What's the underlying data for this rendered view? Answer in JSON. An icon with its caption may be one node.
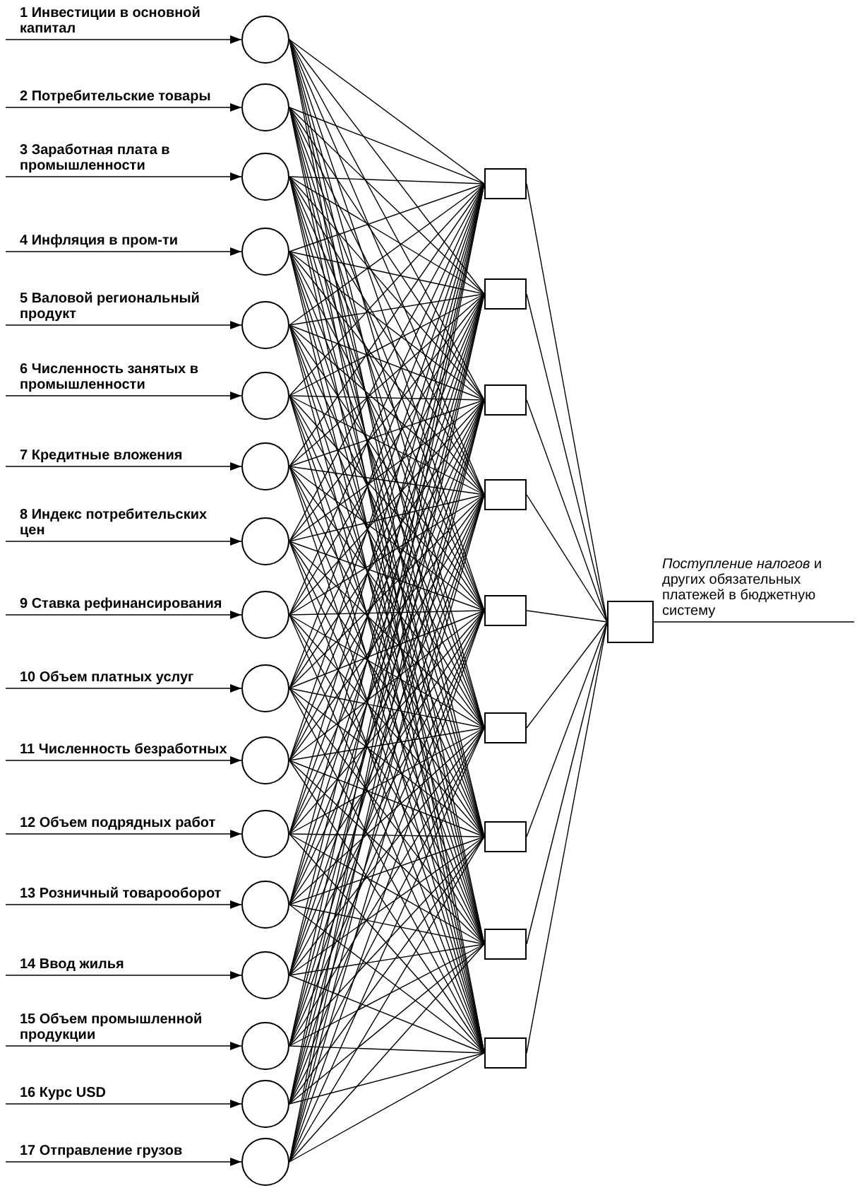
{
  "diagram": {
    "nodes": [
      {
        "text": [],
        "shape": "circle"
      },
      {
        "text": [],
        "shape": "circle"
      },
      {
        "text": [],
        "shape": "circle"
      },
      {
        "text": [],
        "shape": "circle"
      },
      {
        "text": [],
        "shape": "circle"
      },
      {
        "text": [],
        "shape": "circle"
      },
      {
        "text": [],
        "shape": "circle"
      },
      {
        "text": [],
        "shape": "circle"
      },
      {
        "text": [],
        "shape": "circle"
      },
      {
        "text": [],
        "shape": "circle"
      },
      {
        "text": [],
        "shape": "circle"
      },
      {
        "text": [],
        "shape": "circle"
      },
      {
        "text": [],
        "shape": "circle"
      },
      {
        "text": [],
        "shape": "circle"
      },
      {
        "text": [],
        "shape": "circle"
      },
      {
        "text": [],
        "shape": "circle"
      },
      {
        "text": [],
        "shape": "circle"
      },
      {
        "text": [],
        "shape": "box"
      },
      {
        "text": [],
        "shape": "box"
      },
      {
        "text": [],
        "shape": "box"
      },
      {
        "text": [],
        "shape": "box"
      },
      {
        "text": [],
        "shape": "box"
      },
      {
        "text": [],
        "shape": "box"
      },
      {
        "text": [],
        "shape": "box"
      },
      {
        "text": [],
        "shape": "box"
      },
      {
        "text": [],
        "shape": "box"
      },
      {
        "text": [],
        "shape": "box",
        "beside": [
          "*Поступление налогов* и других обязательных платежей в бюджетную систему"
        ]
      }
    ],
    "edges": [
      {
        "from": null,
        "to": 0,
        "arrow": "to"
      },
      {
        "from": null,
        "to": 1,
        "arrow": "to"
      },
      {
        "from": null,
        "to": 2,
        "arrow": "to"
      },
      {
        "from": null,
        "to": 3,
        "arrow": "to"
      },
      {
        "from": null,
        "to": 4,
        "arrow": "to"
      },
      {
        "from": null,
        "to": 5,
        "arrow": "to"
      },
      {
        "from": null,
        "to": 6,
        "arrow": "to"
      },
      {
        "from": null,
        "to": 7,
        "arrow": "to"
      },
      {
        "from": null,
        "to": 8,
        "arrow": "to"
      },
      {
        "from": null,
        "to": 9,
        "arrow": "to"
      },
      {
        "from": null,
        "to": 10,
        "arrow": "to"
      },
      {
        "from": null,
        "to": 11,
        "arrow": "to"
      },
      {
        "from": null,
        "to": 12,
        "arrow": "to"
      },
      {
        "from": null,
        "to": 13,
        "arrow": "to"
      },
      {
        "from": null,
        "to": 14,
        "arrow": "to"
      },
      {
        "from": null,
        "to": 15,
        "arrow": "to"
      },
      {
        "from": null,
        "to": 16,
        "arrow": "to"
      },
      {
        "from": 0,
        "to": 17,
        "arrow": "none"
      },
      {
        "from": 0,
        "to": 18,
        "arrow": "none"
      },
      {
        "from": 0,
        "to": 19,
        "arrow": "none"
      },
      {
        "from": 0,
        "to": 20,
        "arrow": "none"
      },
      {
        "from": 0,
        "to": 21,
        "arrow": "none"
      },
      {
        "from": 0,
        "to": 22,
        "arrow": "none"
      },
      {
        "from": 0,
        "to": 23,
        "arrow": "none"
      },
      {
        "from": 0,
        "to": 24,
        "arrow": "none"
      },
      {
        "from": 0,
        "to": 25,
        "arrow": "none"
      },
      {
        "from": 1,
        "to": 17,
        "arrow": "none"
      },
      {
        "from": 1,
        "to": 18,
        "arrow": "none"
      },
      {
        "from": 1,
        "to": 19,
        "arrow": "none"
      },
      {
        "from": 1,
        "to": 20,
        "arrow": "none"
      },
      {
        "from": 1,
        "to": 21,
        "arrow": "none"
      },
      {
        "from": 1,
        "to": 22,
        "arrow": "none"
      },
      {
        "from": 1,
        "to": 23,
        "arrow": "none"
      },
      {
        "from": 1,
        "to": 24,
        "arrow": "none"
      },
      {
        "from": 1,
        "to": 25,
        "arrow": "none"
      },
      {
        "from": 2,
        "to": 17,
        "arrow": "none"
      },
      {
        "from": 2,
        "to": 18,
        "arrow": "none"
      },
      {
        "from": 2,
        "to": 19,
        "arrow": "none"
      },
      {
        "from": 2,
        "to": 20,
        "arrow": "none"
      },
      {
        "from": 2,
        "to": 21,
        "arrow": "none"
      },
      {
        "from": 2,
        "to": 22,
        "arrow": "none"
      },
      {
        "from": 2,
        "to": 23,
        "arrow": "none"
      },
      {
        "from": 2,
        "to": 24,
        "arrow": "none"
      },
      {
        "from": 2,
        "to": 25,
        "arrow": "none"
      },
      {
        "from": 3,
        "to": 17,
        "arrow": "none"
      },
      {
        "from": 3,
        "to": 18,
        "arrow": "none"
      },
      {
        "from": 3,
        "to": 19,
        "arrow": "none"
      },
      {
        "from": 3,
        "to": 20,
        "arrow": "none"
      },
      {
        "from": 3,
        "to": 21,
        "arrow": "none"
      },
      {
        "from": 3,
        "to": 22,
        "arrow": "none"
      },
      {
        "from": 3,
        "to": 23,
        "arrow": "none"
      },
      {
        "from": 3,
        "to": 24,
        "arrow": "none"
      },
      {
        "from": 3,
        "to": 25,
        "arrow": "none"
      },
      {
        "from": 4,
        "to": 17,
        "arrow": "none"
      },
      {
        "from": 4,
        "to": 18,
        "arrow": "none"
      },
      {
        "from": 4,
        "to": 19,
        "arrow": "none"
      },
      {
        "from": 4,
        "to": 20,
        "arrow": "none"
      },
      {
        "from": 4,
        "to": 21,
        "arrow": "none"
      },
      {
        "from": 4,
        "to": 22,
        "arrow": "none"
      },
      {
        "from": 4,
        "to": 23,
        "arrow": "none"
      },
      {
        "from": 4,
        "to": 24,
        "arrow": "none"
      },
      {
        "from": 4,
        "to": 25,
        "arrow": "none"
      },
      {
        "from": 5,
        "to": 17,
        "arrow": "none"
      },
      {
        "from": 5,
        "to": 18,
        "arrow": "none"
      },
      {
        "from": 5,
        "to": 19,
        "arrow": "none"
      },
      {
        "from": 5,
        "to": 20,
        "arrow": "none"
      },
      {
        "from": 5,
        "to": 21,
        "arrow": "none"
      },
      {
        "from": 5,
        "to": 22,
        "arrow": "none"
      },
      {
        "from": 5,
        "to": 23,
        "arrow": "none"
      },
      {
        "from": 5,
        "to": 24,
        "arrow": "none"
      },
      {
        "from": 5,
        "to": 25,
        "arrow": "none"
      },
      {
        "from": 6,
        "to": 17,
        "arrow": "none"
      },
      {
        "from": 6,
        "to": 18,
        "arrow": "none"
      },
      {
        "from": 6,
        "to": 19,
        "arrow": "none"
      },
      {
        "from": 6,
        "to": 20,
        "arrow": "none"
      },
      {
        "from": 6,
        "to": 21,
        "arrow": "none"
      },
      {
        "from": 6,
        "to": 22,
        "arrow": "none"
      },
      {
        "from": 6,
        "to": 23,
        "arrow": "none"
      },
      {
        "from": 6,
        "to": 24,
        "arrow": "none"
      },
      {
        "from": 6,
        "to": 25,
        "arrow": "none"
      },
      {
        "from": 7,
        "to": 17,
        "arrow": "none"
      },
      {
        "from": 7,
        "to": 18,
        "arrow": "none"
      },
      {
        "from": 7,
        "to": 19,
        "arrow": "none"
      },
      {
        "from": 7,
        "to": 20,
        "arrow": "none"
      },
      {
        "from": 7,
        "to": 21,
        "arrow": "none"
      },
      {
        "from": 7,
        "to": 22,
        "arrow": "none"
      },
      {
        "from": 7,
        "to": 23,
        "arrow": "none"
      },
      {
        "from": 7,
        "to": 24,
        "arrow": "none"
      },
      {
        "from": 7,
        "to": 25,
        "arrow": "none"
      },
      {
        "from": 8,
        "to": 17,
        "arrow": "none"
      },
      {
        "from": 8,
        "to": 18,
        "arrow": "none"
      },
      {
        "from": 8,
        "to": 19,
        "arrow": "none"
      },
      {
        "from": 8,
        "to": 20,
        "arrow": "none"
      },
      {
        "from": 8,
        "to": 21,
        "arrow": "none"
      },
      {
        "from": 8,
        "to": 22,
        "arrow": "none"
      },
      {
        "from": 8,
        "to": 23,
        "arrow": "none"
      },
      {
        "from": 8,
        "to": 24,
        "arrow": "none"
      },
      {
        "from": 8,
        "to": 25,
        "arrow": "none"
      },
      {
        "from": 9,
        "to": 17,
        "arrow": "none"
      },
      {
        "from": 9,
        "to": 18,
        "arrow": "none"
      },
      {
        "from": 9,
        "to": 19,
        "arrow": "none"
      },
      {
        "from": 9,
        "to": 20,
        "arrow": "none"
      },
      {
        "from": 9,
        "to": 21,
        "arrow": "none"
      },
      {
        "from": 9,
        "to": 22,
        "arrow": "none"
      },
      {
        "from": 9,
        "to": 23,
        "arrow": "none"
      },
      {
        "from": 9,
        "to": 24,
        "arrow": "none"
      },
      {
        "from": 9,
        "to": 25,
        "arrow": "none"
      },
      {
        "from": 10,
        "to": 17,
        "arrow": "none"
      },
      {
        "from": 10,
        "to": 18,
        "arrow": "none"
      },
      {
        "from": 10,
        "to": 19,
        "arrow": "none"
      },
      {
        "from": 10,
        "to": 20,
        "arrow": "none"
      },
      {
        "from": 10,
        "to": 21,
        "arrow": "none"
      },
      {
        "from": 10,
        "to": 22,
        "arrow": "none"
      },
      {
        "from": 10,
        "to": 23,
        "arrow": "none"
      },
      {
        "from": 10,
        "to": 24,
        "arrow": "none"
      },
      {
        "from": 10,
        "to": 25,
        "arrow": "none"
      },
      {
        "from": 11,
        "to": 17,
        "arrow": "none"
      },
      {
        "from": 11,
        "to": 18,
        "arrow": "none"
      },
      {
        "from": 11,
        "to": 19,
        "arrow": "none"
      },
      {
        "from": 11,
        "to": 20,
        "arrow": "none"
      },
      {
        "from": 11,
        "to": 21,
        "arrow": "none"
      },
      {
        "from": 11,
        "to": 22,
        "arrow": "none"
      },
      {
        "from": 11,
        "to": 23,
        "arrow": "none"
      },
      {
        "from": 11,
        "to": 24,
        "arrow": "none"
      },
      {
        "from": 11,
        "to": 25,
        "arrow": "none"
      },
      {
        "from": 12,
        "to": 17,
        "arrow": "none"
      },
      {
        "from": 12,
        "to": 18,
        "arrow": "none"
      },
      {
        "from": 12,
        "to": 19,
        "arrow": "none"
      },
      {
        "from": 12,
        "to": 20,
        "arrow": "none"
      },
      {
        "from": 12,
        "to": 21,
        "arrow": "none"
      },
      {
        "from": 12,
        "to": 22,
        "arrow": "none"
      },
      {
        "from": 12,
        "to": 23,
        "arrow": "none"
      },
      {
        "from": 12,
        "to": 24,
        "arrow": "none"
      },
      {
        "from": 12,
        "to": 25,
        "arrow": "none"
      },
      {
        "from": 13,
        "to": 17,
        "arrow": "none"
      },
      {
        "from": 13,
        "to": 18,
        "arrow": "none"
      },
      {
        "from": 13,
        "to": 19,
        "arrow": "none"
      },
      {
        "from": 13,
        "to": 20,
        "arrow": "none"
      },
      {
        "from": 13,
        "to": 21,
        "arrow": "none"
      },
      {
        "from": 13,
        "to": 22,
        "arrow": "none"
      },
      {
        "from": 13,
        "to": 23,
        "arrow": "none"
      },
      {
        "from": 13,
        "to": 24,
        "arrow": "none"
      },
      {
        "from": 13,
        "to": 25,
        "arrow": "none"
      },
      {
        "from": 14,
        "to": 17,
        "arrow": "none"
      },
      {
        "from": 14,
        "to": 18,
        "arrow": "none"
      },
      {
        "from": 14,
        "to": 19,
        "arrow": "none"
      },
      {
        "from": 14,
        "to": 20,
        "arrow": "none"
      },
      {
        "from": 14,
        "to": 21,
        "arrow": "none"
      },
      {
        "from": 14,
        "to": 22,
        "arrow": "none"
      },
      {
        "from": 14,
        "to": 23,
        "arrow": "none"
      },
      {
        "from": 14,
        "to": 24,
        "arrow": "none"
      },
      {
        "from": 14,
        "to": 25,
        "arrow": "none"
      },
      {
        "from": 15,
        "to": 17,
        "arrow": "none"
      },
      {
        "from": 15,
        "to": 18,
        "arrow": "none"
      },
      {
        "from": 15,
        "to": 19,
        "arrow": "none"
      },
      {
        "from": 15,
        "to": 20,
        "arrow": "none"
      },
      {
        "from": 15,
        "to": 21,
        "arrow": "none"
      },
      {
        "from": 15,
        "to": 22,
        "arrow": "none"
      },
      {
        "from": 15,
        "to": 23,
        "arrow": "none"
      },
      {
        "from": 15,
        "to": 24,
        "arrow": "none"
      },
      {
        "from": 15,
        "to": 25,
        "arrow": "none"
      },
      {
        "from": 16,
        "to": 17,
        "arrow": "none"
      },
      {
        "from": 16,
        "to": 18,
        "arrow": "none"
      },
      {
        "from": 16,
        "to": 19,
        "arrow": "none"
      },
      {
        "from": 16,
        "to": 20,
        "arrow": "none"
      },
      {
        "from": 16,
        "to": 21,
        "arrow": "none"
      },
      {
        "from": 16,
        "to": 22,
        "arrow": "none"
      },
      {
        "from": 16,
        "to": 23,
        "arrow": "none"
      },
      {
        "from": 16,
        "to": 24,
        "arrow": "none"
      },
      {
        "from": 16,
        "to": 25,
        "arrow": "none"
      },
      {
        "from": 17,
        "to": 26,
        "arrow": "none"
      },
      {
        "from": 18,
        "to": 26,
        "arrow": "none"
      },
      {
        "from": 19,
        "to": 26,
        "arrow": "none"
      },
      {
        "from": 20,
        "to": 26,
        "arrow": "none"
      },
      {
        "from": 21,
        "to": 26,
        "arrow": "none"
      },
      {
        "from": 22,
        "to": 26,
        "arrow": "none"
      },
      {
        "from": 23,
        "to": 26,
        "arrow": "none"
      },
      {
        "from": 24,
        "to": 26,
        "arrow": "none"
      },
      {
        "from": 25,
        "to": 26,
        "arrow": "none"
      },
      {
        "from": 26,
        "to": null,
        "arrow": "none"
      }
    ],
    "labels": [
      "1 Инвестиции в основной капитал",
      "2 Потребительские товары",
      "3 Заработная плата в промышленности",
      "4 Инфляция в пром-ти",
      "5 Валовой региональный продукт",
      "6 Численность занятых в промышленности",
      "7 Кредитные вложения",
      "8 Индекс потребительских цен",
      "9 Ставка рефинансирования",
      "10 Объем платных услуг",
      "11 Численность безработных",
      "12 Объем подрядных работ",
      "13 Розничный товарооборот",
      "14 Ввод жилья",
      "15 Объем промышленной продукции",
      "16 Курс USD",
      "17 Отправление грузов"
    ]
  }
}
